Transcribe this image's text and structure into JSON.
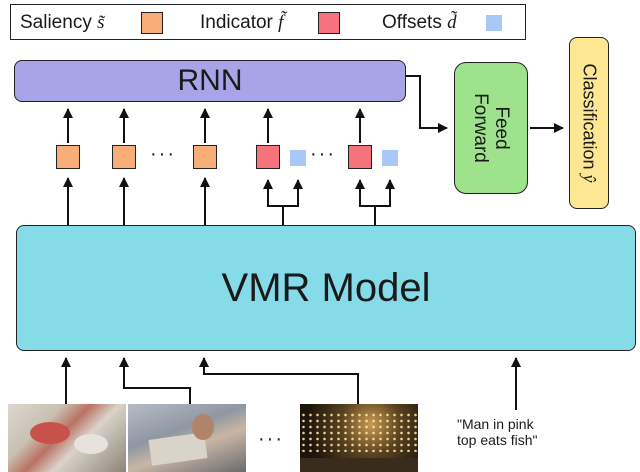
{
  "legend": {
    "saliency_label": "Saliency",
    "saliency_symbol": "s̃",
    "indicator_label": "Indicator",
    "indicator_symbol": "f̃",
    "offsets_label": "Offsets",
    "offsets_symbol": "d̃"
  },
  "colors": {
    "saliency": "#f8ad78",
    "indicator": "#f4737d",
    "offsets": "#a9c7f7",
    "rnn": "#a9a4e8",
    "feed_forward": "#9fe28c",
    "classification": "#fde792",
    "vmr_model": "#86dbe8"
  },
  "rnn": {
    "label": "RNN"
  },
  "feed_forward": {
    "line1": "Feed",
    "line2": "Forward"
  },
  "classification": {
    "label": "Classification",
    "symbol": "ŷ"
  },
  "vmr_model": {
    "label": "VMR Model"
  },
  "ellipsis": "···",
  "query": {
    "line1": "\"Man in pink",
    "line2": "top eats fish\""
  }
}
